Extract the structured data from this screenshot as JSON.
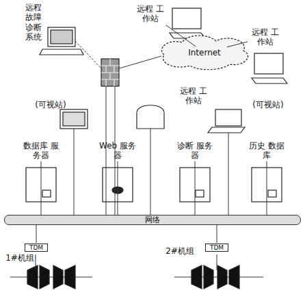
{
  "diagram": {
    "nodes": [
      {
        "text": [
          "远程 故障 诊断 系统"
        ]
      },
      {
        "text": [
          "远程 工作站"
        ]
      },
      {
        "text": [
          "远程 工作站"
        ]
      },
      {
        "text": [
          "Internet"
        ]
      },
      {
        "text": [
          "数据库 服务器"
        ]
      },
      {
        "text": [
          "Web 服务器"
        ]
      },
      {
        "text": [
          "诊断 服务器"
        ]
      },
      {
        "text": [
          "历史 数据库"
        ]
      },
      {
        "text": [
          "网络"
        ]
      },
      {
        "text": [
          "TDM"
        ]
      },
      {
        "text": [
          "TDM"
        ]
      }
    ],
    "edges": [
      {
        "from": 1,
        "to": 3,
        "arrow": "none"
      },
      {
        "from": 2,
        "to": 3,
        "arrow": "none"
      },
      {
        "from": 4,
        "to": 8,
        "arrow": "none"
      },
      {
        "from": 5,
        "to": 8,
        "arrow": "none"
      },
      {
        "from": 6,
        "to": 8,
        "arrow": "none"
      },
      {
        "from": 7,
        "to": 8,
        "arrow": "none"
      },
      {
        "from": 9,
        "to": 8,
        "arrow": "none"
      },
      {
        "from": 10,
        "to": 8,
        "arrow": "none"
      }
    ],
    "labels": [
      "(可视站)",
      "远程 工作站",
      "(可视站)",
      "1#机组",
      "2#机组"
    ]
  }
}
